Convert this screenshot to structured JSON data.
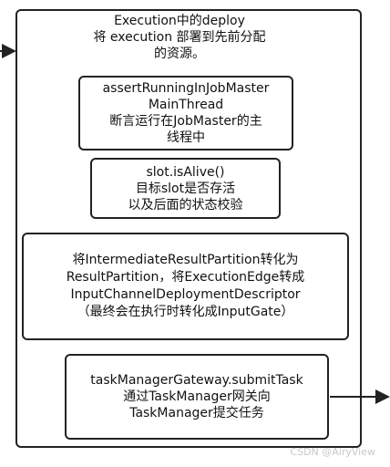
{
  "outer": {
    "title_lines": [
      "Execution中的deploy",
      "将 execution 部署到先前分配",
      "的资源。"
    ]
  },
  "boxes": [
    {
      "lines": [
        "assertRunningInJobMaster",
        "MainThread",
        "断言运行在JobMaster的主",
        "线程中"
      ]
    },
    {
      "lines": [
        "slot.isAlive()",
        "目标slot是否存活",
        "以及后面的状态校验"
      ]
    },
    {
      "lines": [
        "将IntermediateResultPartition转化为",
        "ResultPartition，将ExecutionEdge转成",
        "InputChannelDeploymentDescriptor",
        "（最终会在执行时转化成InputGate）"
      ]
    },
    {
      "lines": [
        "taskManagerGateway.submitTask",
        "通过TaskManager网关向",
        "TaskManager提交任务"
      ]
    }
  ],
  "watermark": "CSDN @AiryView",
  "colors": {
    "stroke": "#222222",
    "watermark": "#c8c8c8"
  }
}
